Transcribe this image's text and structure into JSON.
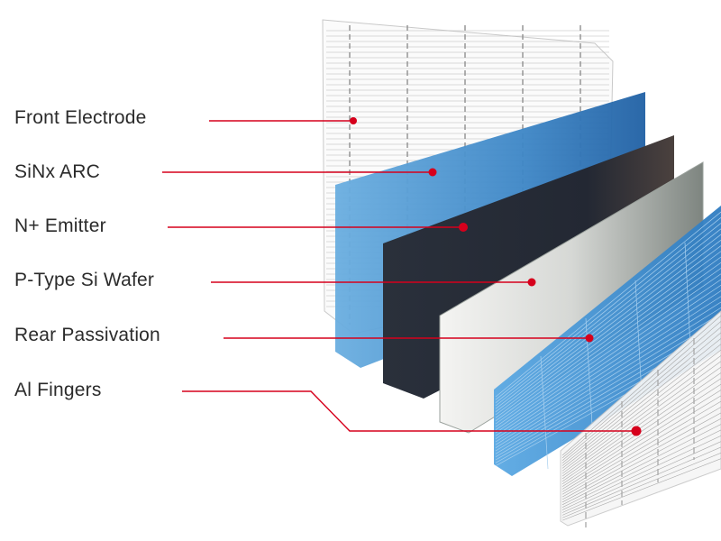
{
  "diagram": {
    "labels": [
      "Front Electrode",
      "SiNx ARC",
      "N+ Emitter",
      "P-Type Si Wafer",
      "Rear Passivation",
      "Al Fingers"
    ]
  },
  "colors": {
    "leader": "#d6001c",
    "grid_lines": "#9a9a9a",
    "arc_blue": "#3d86c6",
    "arc_blue_dark": "#1f5fa3",
    "emitter": "#262c38",
    "emitter_edge": "#4a403d",
    "wafer": "#cfd2cf",
    "passivation_blue": "#4a9ad6",
    "label_text": "#2b2b2b"
  }
}
